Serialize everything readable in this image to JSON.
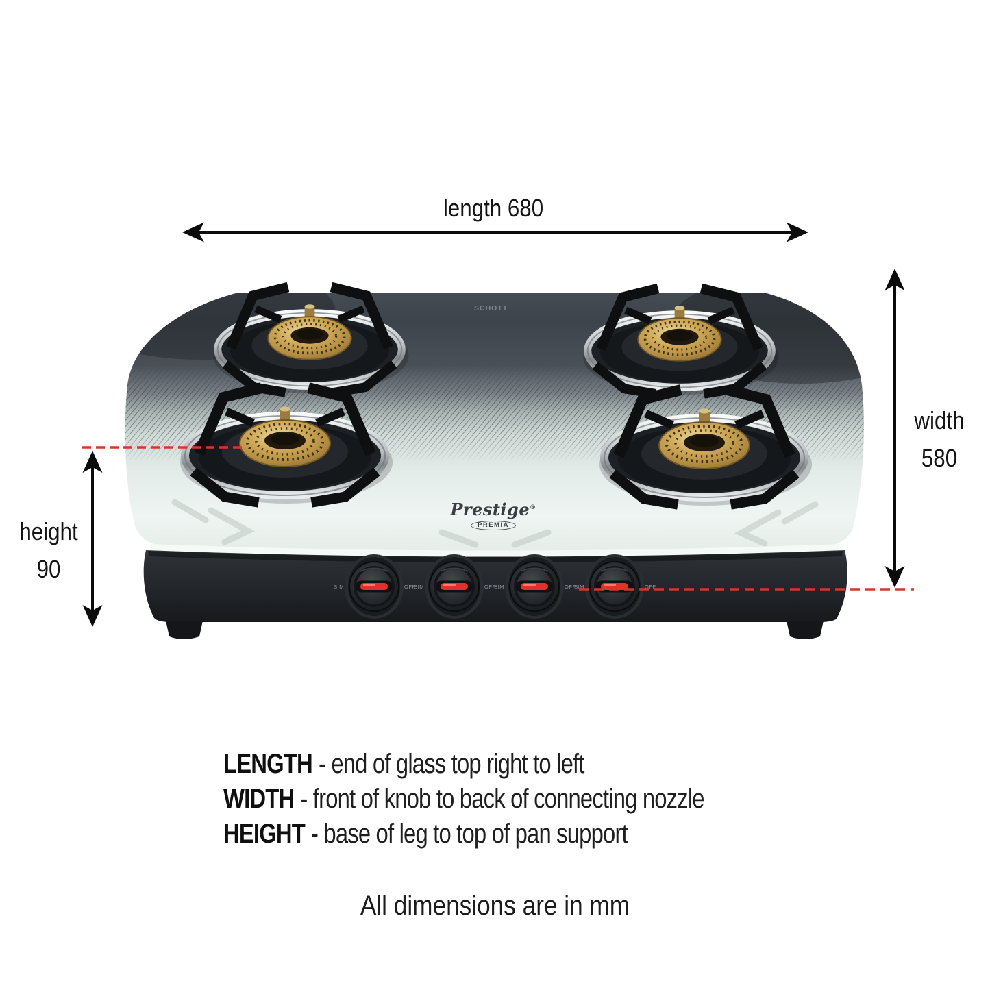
{
  "dimensions": {
    "length": {
      "label": "length 680"
    },
    "width": {
      "label": "width",
      "value": "580"
    },
    "height": {
      "label": "height",
      "value": "90"
    }
  },
  "legend": {
    "items": [
      {
        "term": "LENGTH",
        "description": "- end of glass top right to left"
      },
      {
        "term": "WIDTH",
        "description": "- front of knob to back of connecting nozzle"
      },
      {
        "term": "HEIGHT",
        "description": "- base of leg to top of pan support"
      }
    ],
    "note": "All dimensions are in mm"
  },
  "product": {
    "brand": "Prestige",
    "brand_mark": "®",
    "series_badge": "PREMIA",
    "glass_watermark": "SCHOTT",
    "burner_count": 4,
    "knobs": {
      "count": 4,
      "sim_label": "SIM",
      "off_label": "OFF"
    }
  },
  "colors": {
    "annotation_arrow": "#0b0b0b",
    "reference_dash": "#d2382c",
    "knob_indicator_red": "#e23227",
    "brass_burner": "#c6a254",
    "glass_dark": "#42484e",
    "glass_light": "#e8f0ec",
    "body_black": "#202326"
  }
}
